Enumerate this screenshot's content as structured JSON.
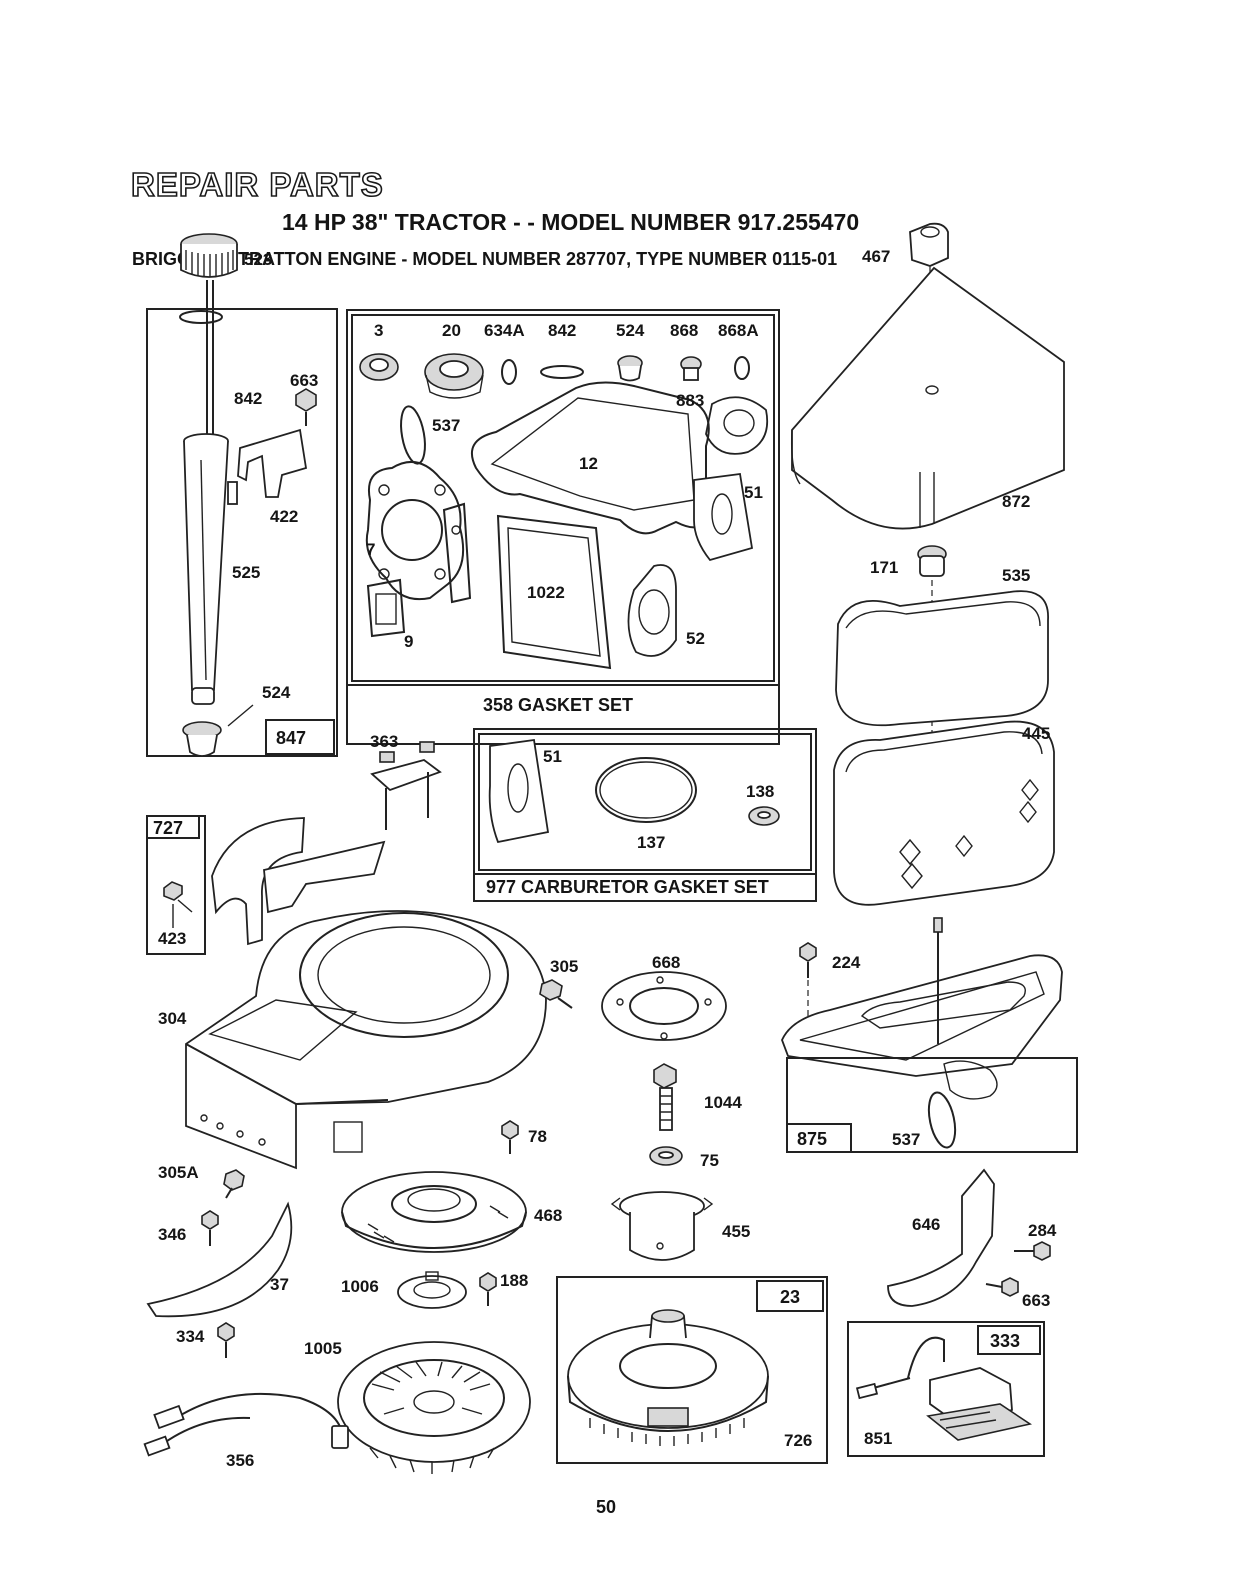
{
  "header": {
    "title": "REPAIR PARTS",
    "subtitle": "14 HP 38\" TRACTOR - - MODEL NUMBER 917.255470",
    "engine_line": "BRIGGS & STRATTON ENGINE - MODEL NUMBER 287707, TYPE NUMBER 0115-01"
  },
  "kits": {
    "dipstick_kit": "847",
    "gasket_set": "358 GASKET SET",
    "carb_gasket_set": "977 CARBURETOR GASKET SET",
    "bracket_kit": "727",
    "air_cleaner_base": "875",
    "flywheel_kit": "23",
    "ignition_kit": "333"
  },
  "part_labels": {
    "p523": "523",
    "p842a": "842",
    "p663a": "663",
    "p422": "422",
    "p525": "525",
    "p524a": "524",
    "p3": "3",
    "p20": "20",
    "p634A": "634A",
    "p842b": "842",
    "p524b": "524",
    "p868": "868",
    "p868A": "868A",
    "p883": "883",
    "p537a": "537",
    "p12": "12",
    "p51a": "51",
    "p7": "7",
    "p1022": "1022",
    "p9": "9",
    "p52": "52",
    "p467": "467",
    "p872": "872",
    "p171": "171",
    "p535": "535",
    "p445": "445",
    "p363": "363",
    "p51b": "51",
    "p138": "138",
    "p137": "137",
    "p423": "423",
    "p304": "304",
    "p305": "305",
    "p668": "668",
    "p224": "224",
    "p1044": "1044",
    "p78": "78",
    "p75": "75",
    "p537b": "537",
    "p305A": "305A",
    "p346": "346",
    "p468": "468",
    "p455": "455",
    "p646": "646",
    "p284": "284",
    "p37": "37",
    "p1006": "1006",
    "p188": "188",
    "p663b": "663",
    "p334": "334",
    "p1005": "1005",
    "p726": "726",
    "p851": "851",
    "p356": "356"
  },
  "page_number": "50"
}
